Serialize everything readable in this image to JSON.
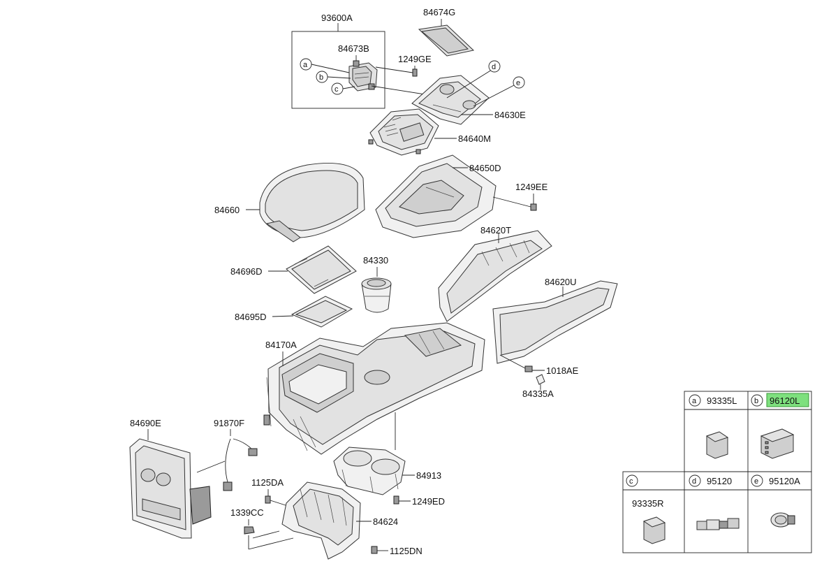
{
  "diagram": {
    "parts": {
      "p93600A": "93600A",
      "p84673B": "84673B",
      "p1249GE": "1249GE",
      "p84674G": "84674G",
      "p84630E": "84630E",
      "p84640M": "84640M",
      "p84650D": "84650D",
      "p1249EE": "1249EE",
      "p84660": "84660",
      "p84620T": "84620T",
      "p84696D": "84696D",
      "p84330": "84330",
      "p84620U": "84620U",
      "p84695D": "84695D",
      "p84170A": "84170A",
      "p1018AE": "1018AE",
      "p84335A": "84335A",
      "p84690E": "84690E",
      "p91870F": "91870F",
      "p84913": "84913",
      "p1125DA": "1125DA",
      "p1249ED": "1249ED",
      "p1339CC": "1339CC",
      "p84624": "84624",
      "p1125DN": "1125DN"
    },
    "callouts": {
      "a": "a",
      "b": "b",
      "c": "c",
      "d": "d",
      "e": "e"
    },
    "legend": {
      "cells": [
        {
          "letter": "a",
          "part": "93335L"
        },
        {
          "letter": "b",
          "part": "96120L",
          "highlighted": true
        },
        {
          "letter": "c",
          "part": "",
          "sub": "93335R"
        },
        {
          "letter": "d",
          "part": "95120"
        },
        {
          "letter": "e",
          "part": "95120A"
        }
      ],
      "highlight_color": "#7ee07e"
    }
  }
}
